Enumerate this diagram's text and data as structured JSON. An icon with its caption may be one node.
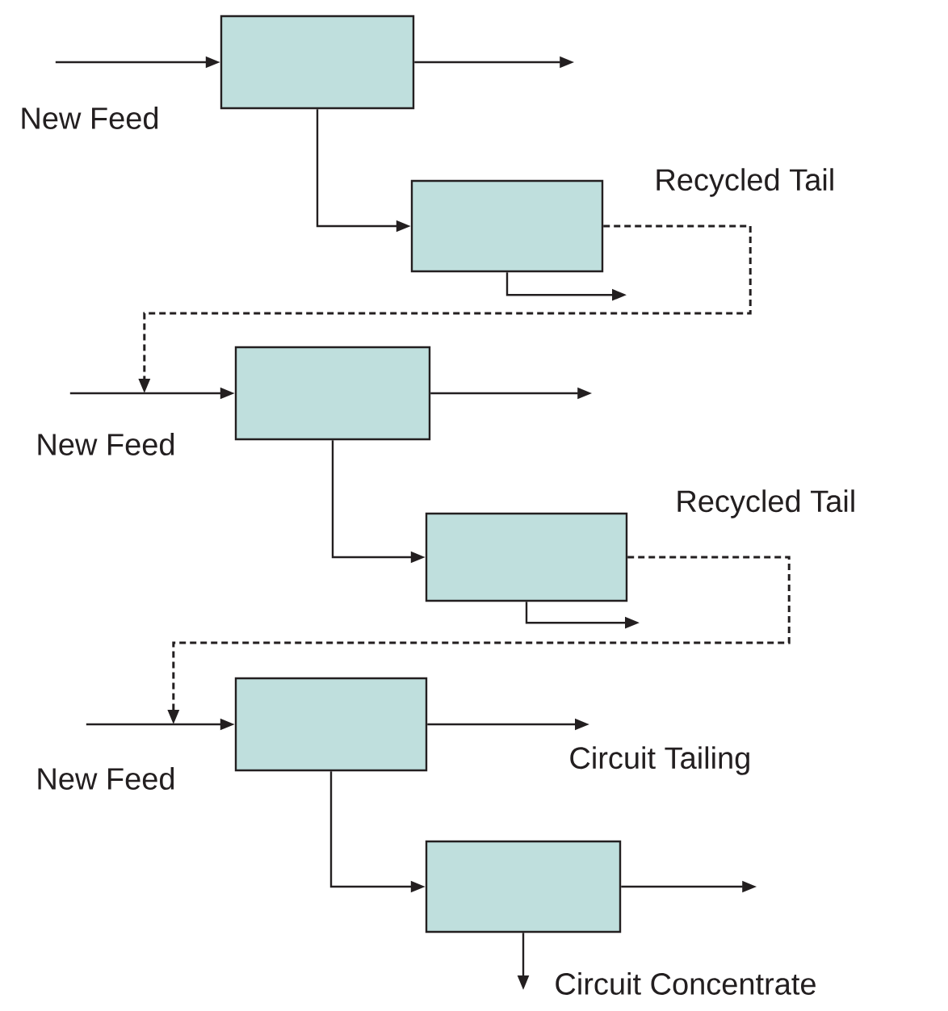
{
  "diagram": {
    "nodes": [
      {
        "text": [],
        "shape": "box",
        "beside": [
          "New Feed"
        ]
      },
      {
        "text": [],
        "shape": "box",
        "beside": [
          "Recycled Tail"
        ]
      },
      {
        "text": [],
        "shape": "box",
        "beside": [
          "New Feed"
        ]
      },
      {
        "text": [],
        "shape": "box",
        "beside": [
          "Recycled Tail"
        ]
      },
      {
        "text": [],
        "shape": "box",
        "beside": [
          "New Feed"
        ]
      },
      {
        "text": [],
        "shape": "box"
      },
      {
        "text": [
          "Circuit Tailing"
        ]
      },
      {
        "text": [
          "Circuit Concentrate"
        ]
      }
    ],
    "edges": [
      {
        "from": null,
        "to": 0,
        "arrow": "to"
      },
      {
        "from": 0,
        "to": null,
        "arrow": "to"
      },
      {
        "from": 0,
        "to": 1,
        "arrow": "to"
      },
      {
        "from": 1,
        "to": null,
        "arrow": "to"
      },
      {
        "from": 1,
        "to": 2,
        "arrow": "to",
        "style": "dashed"
      },
      {
        "from": null,
        "to": 2,
        "arrow": "to"
      },
      {
        "from": 2,
        "to": null,
        "arrow": "to"
      },
      {
        "from": 2,
        "to": 3,
        "arrow": "to"
      },
      {
        "from": 3,
        "to": null,
        "arrow": "to"
      },
      {
        "from": 3,
        "to": 4,
        "arrow": "to",
        "style": "dashed"
      },
      {
        "from": null,
        "to": 4,
        "arrow": "to"
      },
      {
        "from": 4,
        "to": 6,
        "arrow": "to"
      },
      {
        "from": 4,
        "to": 5,
        "arrow": "to"
      },
      {
        "from": 5,
        "to": null,
        "arrow": "to"
      },
      {
        "from": 5,
        "to": 7,
        "arrow": "to"
      }
    ]
  }
}
